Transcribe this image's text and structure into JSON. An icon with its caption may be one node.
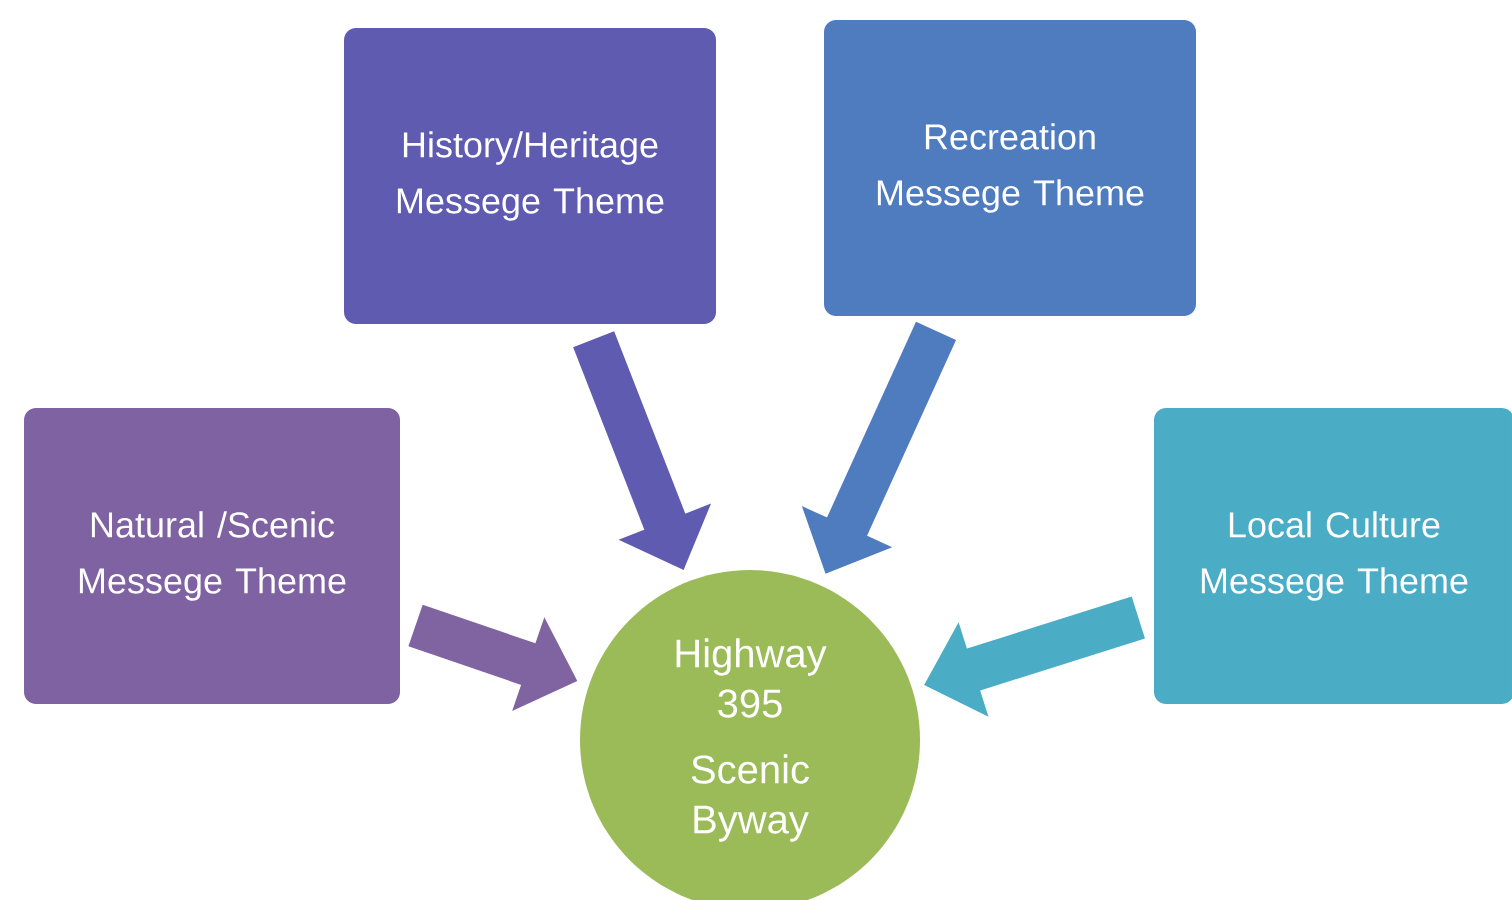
{
  "diagram": {
    "nodes": [
      {
        "text": [
          "Natural /Scenic Messege Theme"
        ]
      },
      {
        "text": [
          "History/Heritage Messege Theme"
        ]
      },
      {
        "text": [
          "Recreation Messege Theme"
        ]
      },
      {
        "text": [
          "Local Culture Messege Theme"
        ]
      },
      {
        "text": [
          "Highway 395",
          "Scenic Byway"
        ]
      }
    ],
    "edges": [
      {
        "from": 0,
        "to": 4,
        "arrow": "to",
        "color": "#8064a2"
      },
      {
        "from": 1,
        "to": 4,
        "arrow": "to",
        "color": "#5f5bb0"
      },
      {
        "from": 2,
        "to": 4,
        "arrow": "to",
        "color": "#4f7bbf"
      },
      {
        "from": 3,
        "to": 4,
        "arrow": "to",
        "color": "#4bacc6"
      }
    ]
  }
}
